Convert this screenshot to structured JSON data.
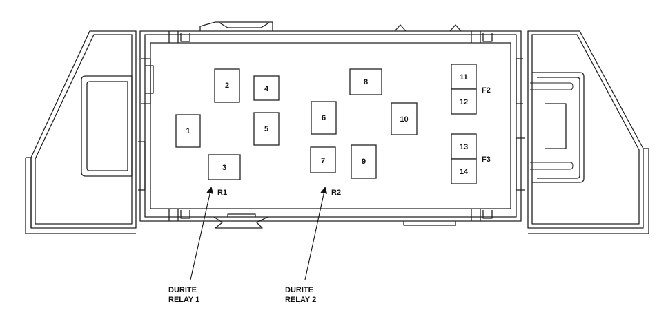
{
  "fuse_box": {
    "slots": [
      {
        "id": "1",
        "label": "1"
      },
      {
        "id": "2",
        "label": "2"
      },
      {
        "id": "3",
        "label": "3"
      },
      {
        "id": "4",
        "label": "4"
      },
      {
        "id": "5",
        "label": "5"
      },
      {
        "id": "6",
        "label": "6"
      },
      {
        "id": "7",
        "label": "7"
      },
      {
        "id": "8",
        "label": "8"
      },
      {
        "id": "9",
        "label": "9"
      },
      {
        "id": "10",
        "label": "10"
      },
      {
        "id": "11",
        "label": "11"
      },
      {
        "id": "12",
        "label": "12"
      },
      {
        "id": "13",
        "label": "13"
      },
      {
        "id": "14",
        "label": "14"
      }
    ],
    "group_labels": {
      "r1": "R1",
      "r2": "R2",
      "f2": "F2",
      "f3": "F3"
    },
    "callouts": {
      "relay1": {
        "line1": "DURITE",
        "line2": "RELAY 1"
      },
      "relay2": {
        "line1": "DURITE",
        "line2": "RELAY 2"
      }
    }
  }
}
